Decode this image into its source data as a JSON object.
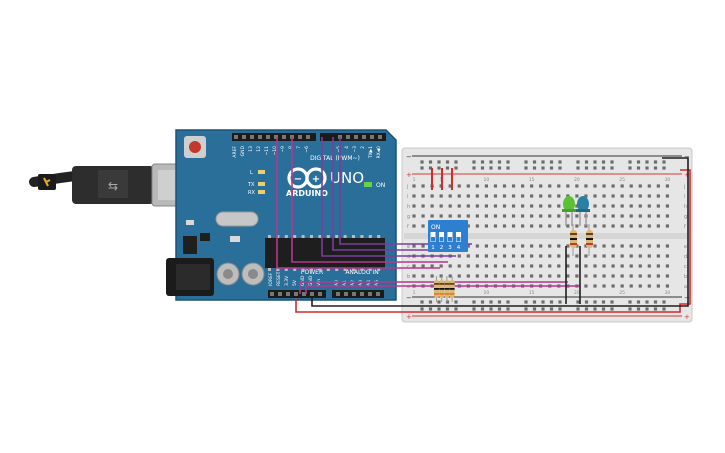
{
  "arduino": {
    "brand": "ARDUINO",
    "model": "UNO",
    "header_digital": "DIGITAL (PWM~)",
    "header_power": "POWER",
    "header_analog": "ANALOG IN",
    "on_label": "ON",
    "led_l": "L",
    "led_tx": "TX",
    "led_rx": "RX",
    "digital_pins": [
      "AREF",
      "GND",
      "13",
      "12",
      "~11",
      "~10",
      "~9",
      "8",
      "7",
      "~6",
      "~5",
      "4",
      "~3",
      "2",
      "TX▶1",
      "RX◀0"
    ],
    "power_pins": [
      "IOREF",
      "RESET",
      "3.3V",
      "5V",
      "GND",
      "GND",
      "Vin"
    ],
    "analog_pins": [
      "A0",
      "A1",
      "A2",
      "A3",
      "A4",
      "A5"
    ]
  },
  "breadboard": {
    "rows_top": [
      "j",
      "i",
      "h",
      "g",
      "f"
    ],
    "rows_bottom": [
      "e",
      "d",
      "c",
      "b",
      "a"
    ],
    "columns": [
      "1",
      "",
      "",
      "5",
      "",
      "",
      "",
      "",
      "10",
      "",
      "",
      "",
      "",
      "15",
      "",
      "",
      "",
      "",
      "20",
      "",
      "",
      "",
      "",
      "25",
      "",
      "",
      "",
      "",
      "30"
    ]
  },
  "dip_switch": {
    "on_label": "ON",
    "numbers": [
      "1",
      "2",
      "3",
      "4"
    ]
  },
  "colors": {
    "board": "#2a6f9a",
    "board_dark": "#1d5275",
    "breadboard": "#e6e6e6",
    "rail_red": "#d43b3b",
    "rail_black": "#333333",
    "wire_magenta": "#b6378f",
    "wire_purple": "#7c3c9c",
    "wire_red": "#d42a2a",
    "wire_black": "#1f1f1f",
    "dip_blue": "#2f7fd0",
    "led_green": "#5bc236",
    "led_blue": "#2a7fa5"
  }
}
